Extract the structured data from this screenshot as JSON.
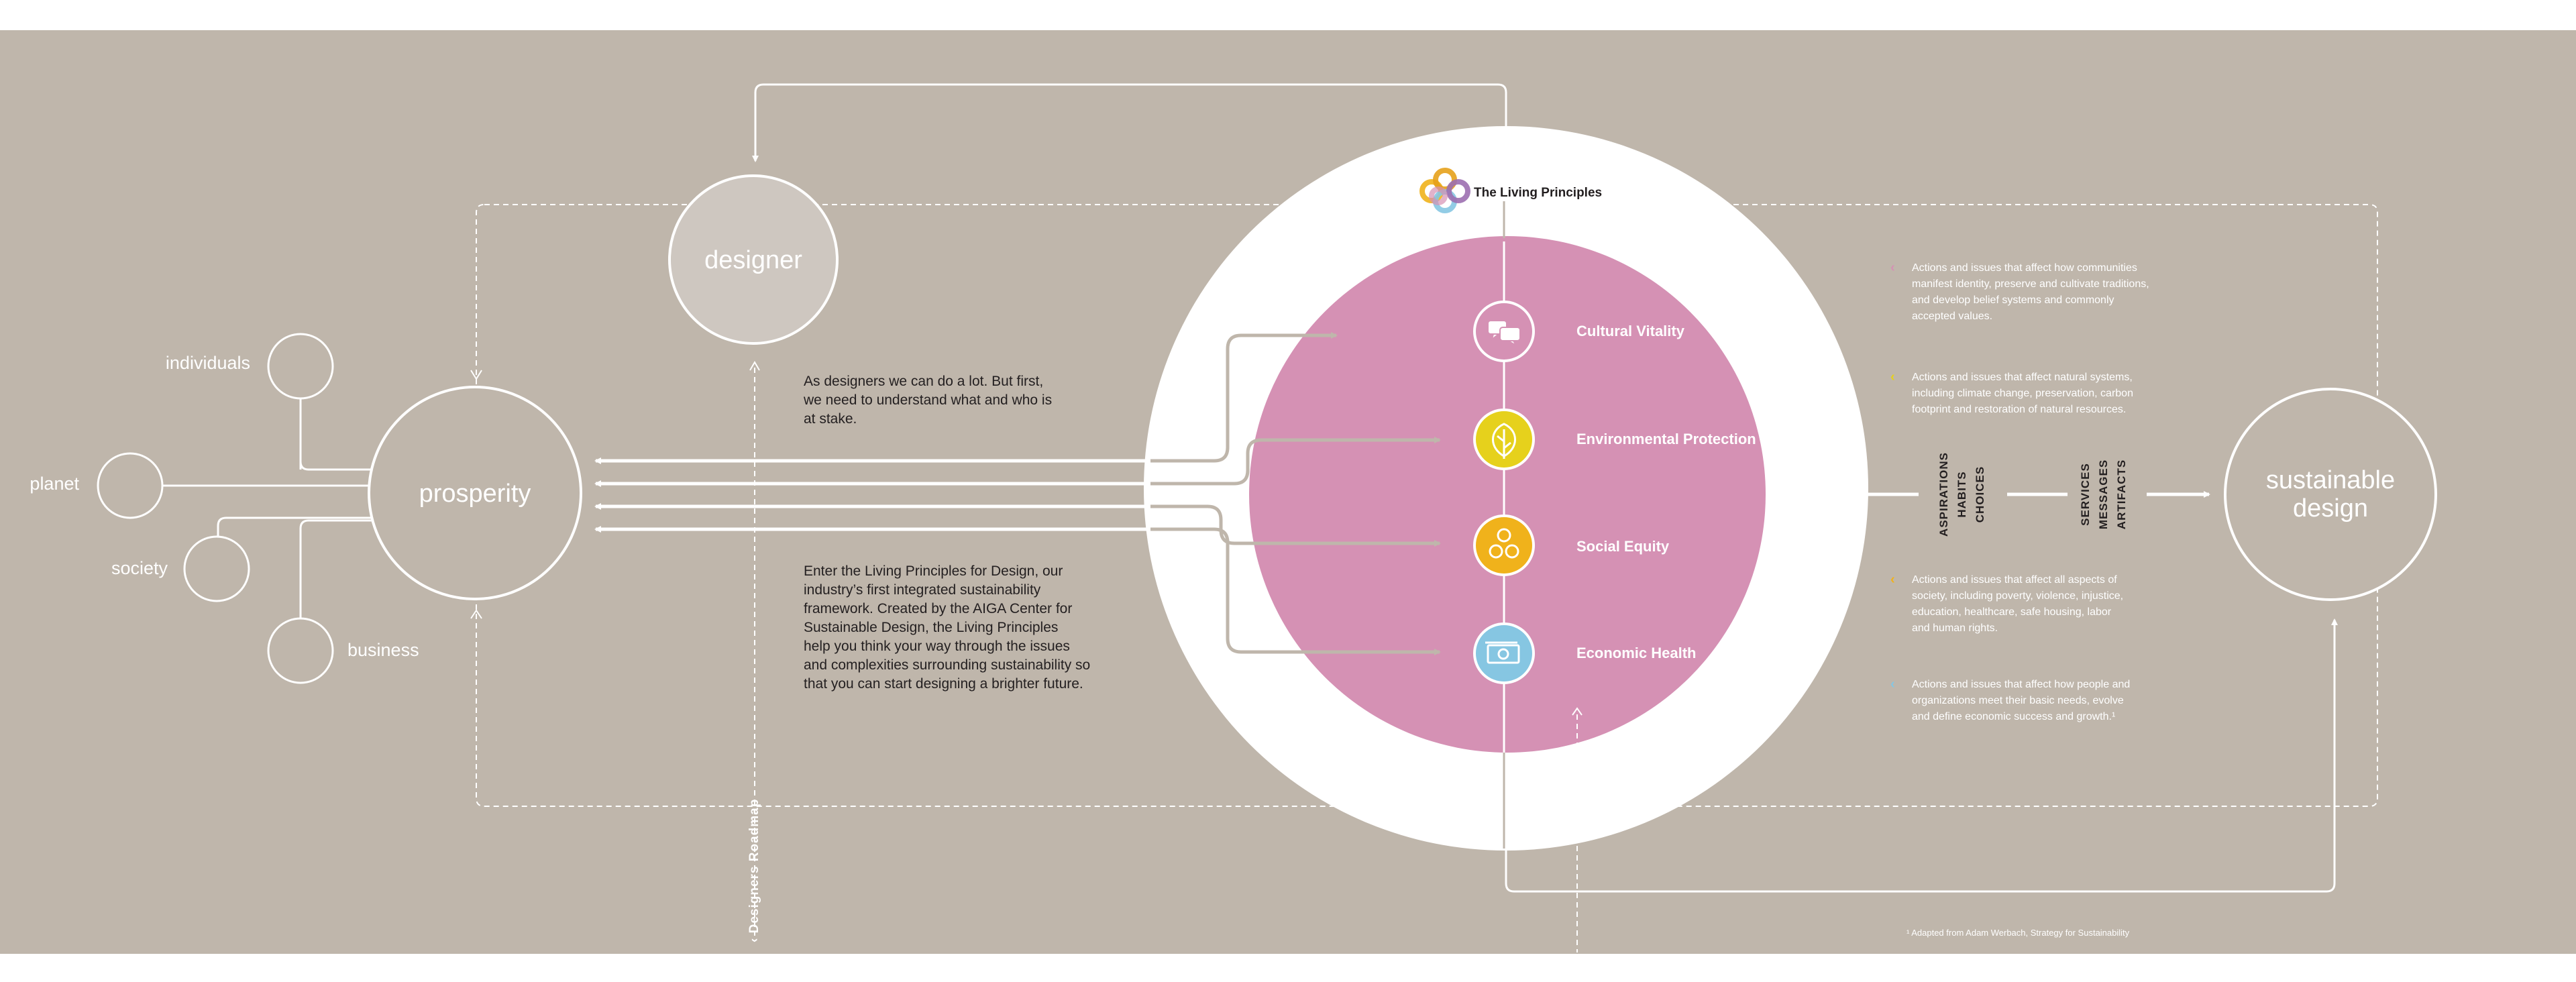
{
  "colors": {
    "background": "#bfb6ab",
    "white": "#ffffff",
    "pink": "#d591b4",
    "designer_fill": "#cec7c0",
    "dark_text": "#231f20",
    "cultural": "#d591b4",
    "environmental": "#e6d11c",
    "social": "#f0b21b",
    "economic": "#86c6e2"
  },
  "logo": {
    "title": "The Living Principles",
    "icon": "interlocking-rings-logo"
  },
  "nodes": {
    "designer": "designer",
    "prosperity": "prosperity",
    "sustainable_design": [
      "sustainable",
      "design"
    ]
  },
  "spokes": {
    "individuals": "individuals",
    "planet": "planet",
    "society": "society",
    "business": "business"
  },
  "principles": [
    {
      "label": "Cultural Vitality",
      "icon": "speech-bubbles-icon",
      "color": "#d591b4",
      "note": [
        "Actions and issues that affect how communities",
        "manifest identity, preserve and cultivate traditions,",
        "and develop belief systems and commonly",
        "accepted values."
      ]
    },
    {
      "label": "Environmental Protection",
      "icon": "leaf-icon",
      "color": "#e6d11c",
      "note": [
        "Actions and issues that affect natural systems,",
        "including climate change, preservation, carbon",
        "footprint and restoration of natural resources."
      ]
    },
    {
      "label": "Social Equity",
      "icon": "people-icon",
      "color": "#f0b21b",
      "note": [
        "Actions and issues that affect all aspects of",
        "society, including poverty, violence, injustice,",
        "education, healthcare, safe housing, labor",
        "and human rights."
      ]
    },
    {
      "label": "Economic Health",
      "icon": "currency-icon",
      "color": "#86c6e2",
      "note": [
        "Actions and issues that affect how people and",
        "organizations meet their basic needs, evolve",
        "and define economic success and growth.¹"
      ]
    }
  ],
  "intro_text": [
    "As designers we can do a lot. But first,",
    "we need to understand what and who is",
    "at stake."
  ],
  "framework_text": [
    "Enter the Living Principles for Design, our",
    "industry’s first integrated sustainability",
    "framework. Created by the AIGA Center for",
    "Sustainable Design, the Living Principles",
    "help you think your way through the issues",
    "and complexities surrounding sustainability so",
    "that you can start designing a brighter future."
  ],
  "vertical_group_1": [
    "ASPIRATIONS",
    "HABITS",
    "CHOICES"
  ],
  "vertical_group_2": [
    "SERVICES",
    "MESSAGES",
    "ARTIFACTS"
  ],
  "roadmap_label": "‹ Designers  Roadmap",
  "footnote": "¹ Adapted from Adam Werbach, Strategy for Sustainability"
}
